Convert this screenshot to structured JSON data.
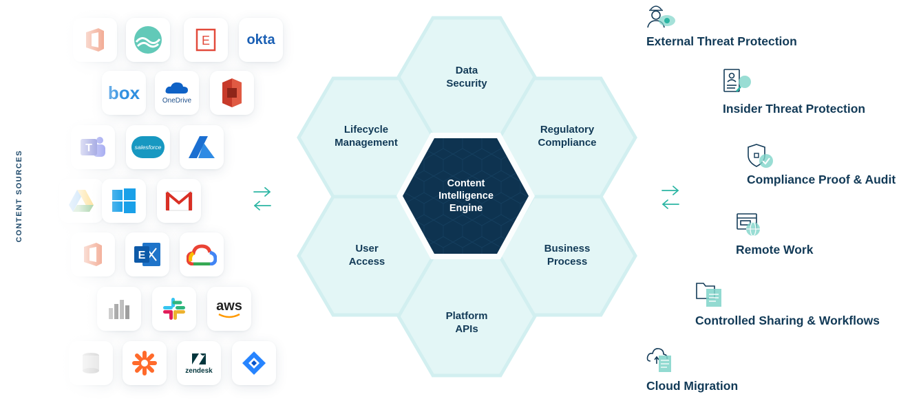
{
  "content_sources": {
    "label": "CONTENT SOURCES",
    "icons": [
      {
        "name": "office-icon",
        "row": 1
      },
      {
        "name": "cloud-app-icon",
        "row": 1
      },
      {
        "name": "egnyte-icon",
        "row": 1,
        "text": "E"
      },
      {
        "name": "okta-icon",
        "row": 1,
        "text": "okta"
      },
      {
        "name": "box-icon",
        "row": 2,
        "text": "box"
      },
      {
        "name": "onedrive-icon",
        "row": 2,
        "text": "OneDrive"
      },
      {
        "name": "aws-s3-icon",
        "row": 2
      },
      {
        "name": "teams-icon",
        "row": 3
      },
      {
        "name": "salesforce-icon",
        "row": 3,
        "text": "salesforce"
      },
      {
        "name": "azure-icon",
        "row": 3
      },
      {
        "name": "google-drive-icon",
        "row": 4
      },
      {
        "name": "windows-icon",
        "row": 4
      },
      {
        "name": "gmail-icon",
        "row": 4
      },
      {
        "name": "office-icon",
        "row": 5
      },
      {
        "name": "exchange-icon",
        "row": 5,
        "text": "E"
      },
      {
        "name": "google-cloud-icon",
        "row": 5
      },
      {
        "name": "power-bi-icon",
        "row": 6
      },
      {
        "name": "slack-icon",
        "row": 6
      },
      {
        "name": "aws-icon",
        "row": 6,
        "text": "aws"
      },
      {
        "name": "database-icon",
        "row": 7
      },
      {
        "name": "zapier-icon",
        "row": 7
      },
      {
        "name": "zendesk-icon",
        "row": 7,
        "text": "zendesk"
      },
      {
        "name": "jira-icon",
        "row": 7
      }
    ]
  },
  "engine": {
    "center": [
      "Content",
      "Intelligence",
      "Engine"
    ],
    "segments": [
      {
        "id": "data-security",
        "lines": [
          "Data",
          "Security"
        ]
      },
      {
        "id": "regulatory-compliance",
        "lines": [
          "Regulatory",
          "Compliance"
        ]
      },
      {
        "id": "business-process",
        "lines": [
          "Business",
          "Process"
        ]
      },
      {
        "id": "platform-apis",
        "lines": [
          "Platform",
          "APIs"
        ]
      },
      {
        "id": "user-access",
        "lines": [
          "User",
          "Access"
        ]
      },
      {
        "id": "lifecycle-management",
        "lines": [
          "Lifecycle",
          "Management"
        ]
      }
    ]
  },
  "use_cases": [
    {
      "label": "External Threat Protection",
      "icon": "hacker-eye-icon"
    },
    {
      "label": "Insider Threat Protection",
      "icon": "id-card-search-icon"
    },
    {
      "label": "Compliance Proof & Audit",
      "icon": "shield-check-icon"
    },
    {
      "label": "Remote Work",
      "icon": "browser-globe-icon"
    },
    {
      "label": "Controlled Sharing & Workflows",
      "icon": "folder-document-icon"
    },
    {
      "label": "Cloud Migration",
      "icon": "cloud-upload-document-icon"
    }
  ],
  "colors": {
    "navy": "#123a57",
    "teal": "#2bb5a3",
    "hex_fill": "#e3f6f6",
    "hex_border": "#d2eff0",
    "center_fill": "#0e3350"
  }
}
